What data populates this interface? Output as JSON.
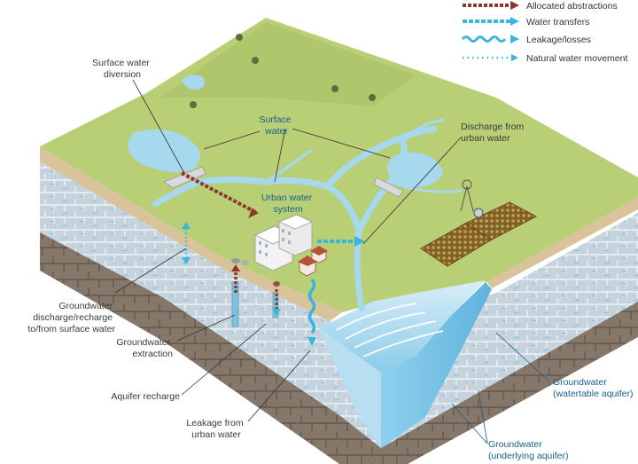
{
  "legend": {
    "allocated": "Allocated abstractions",
    "transfers": "Water transfers",
    "leakage": "Leakage/losses",
    "natural": "Natural water movement"
  },
  "labels": {
    "surface_diversion": [
      "Surface water",
      "diversion"
    ],
    "surface_water": [
      "Surface",
      "water"
    ],
    "urban_system": [
      "Urban water",
      "system"
    ],
    "discharge_urban": [
      "Discharge from",
      "urban water"
    ],
    "gw_discharge": [
      "Groundwater",
      "discharge/recharge",
      "to/from surface water"
    ],
    "gw_extraction": [
      "Groundwater",
      "extraction"
    ],
    "aquifer_recharge": [
      "Aquifer recharge"
    ],
    "leakage_urban": [
      "Leakage from",
      "urban water"
    ],
    "gw_watertable": [
      "Groundwater",
      "(watertable aquifer)"
    ],
    "gw_underlying": [
      "Groundwater",
      "(underlying aquifer)"
    ]
  },
  "colors": {
    "land": "#b9cf76",
    "land_dark": "#a9c066",
    "water": "#9ccfe6",
    "water_deep": "#6fb7da",
    "upper_rock": "#c9d7e0",
    "lower_rock": "#857769",
    "soil_band": "#d9c39b",
    "allocated_arrow": "#8a3a2c",
    "transfer_arrow": "#39b6dc",
    "label_blue": "#1a5e8c",
    "label_grey": "#3a3a3a"
  }
}
